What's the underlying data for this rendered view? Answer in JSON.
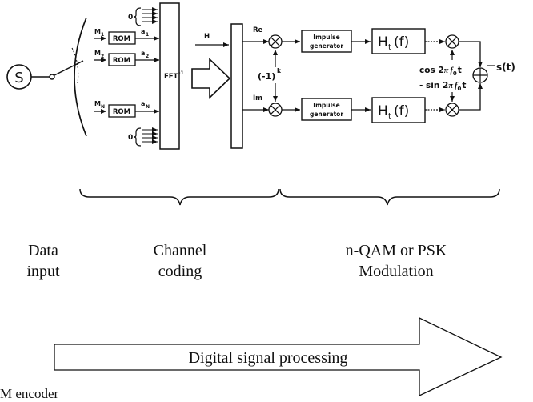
{
  "diagram": {
    "source_label": "S",
    "rom_blocks": [
      {
        "input": "M",
        "input_sub": "1",
        "label": "ROM",
        "output": "a",
        "output_sub": "1"
      },
      {
        "input": "M",
        "input_sub": "2",
        "label": "ROM",
        "output": "a",
        "output_sub": "2"
      },
      {
        "input": "M",
        "input_sub": "N",
        "label": "ROM",
        "output": "a",
        "output_sub": "N"
      }
    ],
    "zero_label": "0",
    "ifft_label": "FFT",
    "ifft_sup": "-1",
    "ifft_input_label": "H",
    "real_label": "Re",
    "imag_label": "Im",
    "sign_label": "(-1)",
    "sign_sup": "k",
    "impulse_generator": [
      "Impulse",
      "generator"
    ],
    "filter_label": "H",
    "filter_sub": "t",
    "filter_arg": "(f)",
    "cos_label": [
      "cos 2",
      "π",
      "f",
      "0",
      "t"
    ],
    "sin_label": [
      "- sin 2",
      "π",
      "f",
      "0",
      "t"
    ],
    "output_label": "s(t)",
    "sections": [
      {
        "name": "data-input",
        "lines": [
          "Data",
          "input"
        ]
      },
      {
        "name": "channel-coding",
        "lines": [
          "Channel",
          "coding"
        ]
      },
      {
        "name": "modulation",
        "lines": [
          "n-QAM or PSK",
          "Modulation"
        ]
      }
    ],
    "arrow_label": "Digital signal processing",
    "footer_caption": "M encoder"
  }
}
